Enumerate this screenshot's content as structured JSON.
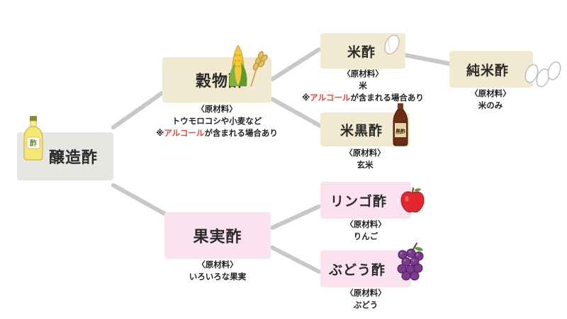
{
  "root": {
    "label": "醸造酢"
  },
  "grain": {
    "label": "穀物酢",
    "note_head": "〈原材料〉",
    "note_body": "トウモロコシや小麦など",
    "alcohol_mark": "※",
    "alcohol_red": "アルコール",
    "alcohol_rest": "が含まれる場合あり"
  },
  "rice": {
    "label": "米酢",
    "note_head": "〈原材料〉",
    "note_body": "米",
    "alcohol_mark": "※",
    "alcohol_red": "アルコール",
    "alcohol_rest": "が含まれる場合あり"
  },
  "pure_rice": {
    "label": "純米酢",
    "note_head": "〈原材料〉",
    "note_body": "米のみ"
  },
  "black": {
    "label": "米黒酢",
    "note_head": "〈原材料〉",
    "note_body": "玄米",
    "bottle_text": "黒酢"
  },
  "fruit": {
    "label": "果実酢",
    "note_head": "〈原材料〉",
    "note_body": "いろいろな果実"
  },
  "apple": {
    "label": "リンゴ酢",
    "note_head": "〈原材料〉",
    "note_body": "りんご"
  },
  "grape": {
    "label": "ぶどう酢",
    "note_head": "〈原材料〉",
    "note_body": "ぶどう"
  },
  "root_bottle_text": "酢",
  "colors": {
    "connector": "#c8c8c4",
    "gray_box": "#e6e6e3",
    "beige_box": "#f1ead0",
    "pink_box": "#fae3ee",
    "alcohol_red": "#e8463c"
  }
}
